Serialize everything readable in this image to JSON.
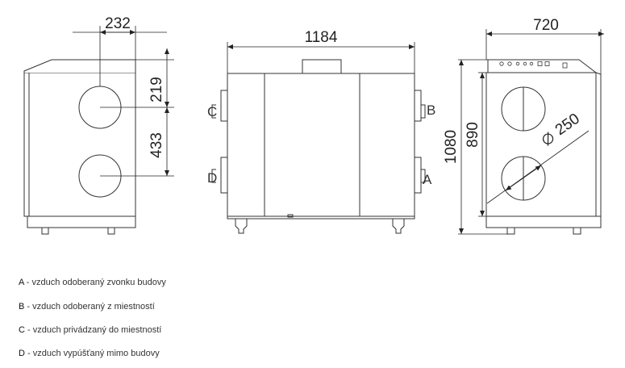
{
  "dimensions": {
    "side_depth": "232",
    "side_top_offset": "219",
    "side_port_spacing": "433",
    "front_width": "1184",
    "right_width": "720",
    "right_total_height": "1080",
    "right_body_height": "890",
    "port_diameter": "250"
  },
  "port_labels": {
    "a": "A",
    "b": "B",
    "c": "C",
    "d": "D"
  },
  "legend": [
    {
      "key": "A",
      "text": " - vzduch odoberaný zvonku budovy"
    },
    {
      "key": "B",
      "text": " - vzduch odoberaný z miestností"
    },
    {
      "key": "C",
      "text": " - vzduch privádzaný do miestností"
    },
    {
      "key": "D",
      "text": " - vzduch vypúšťaný mimo budovy"
    }
  ]
}
